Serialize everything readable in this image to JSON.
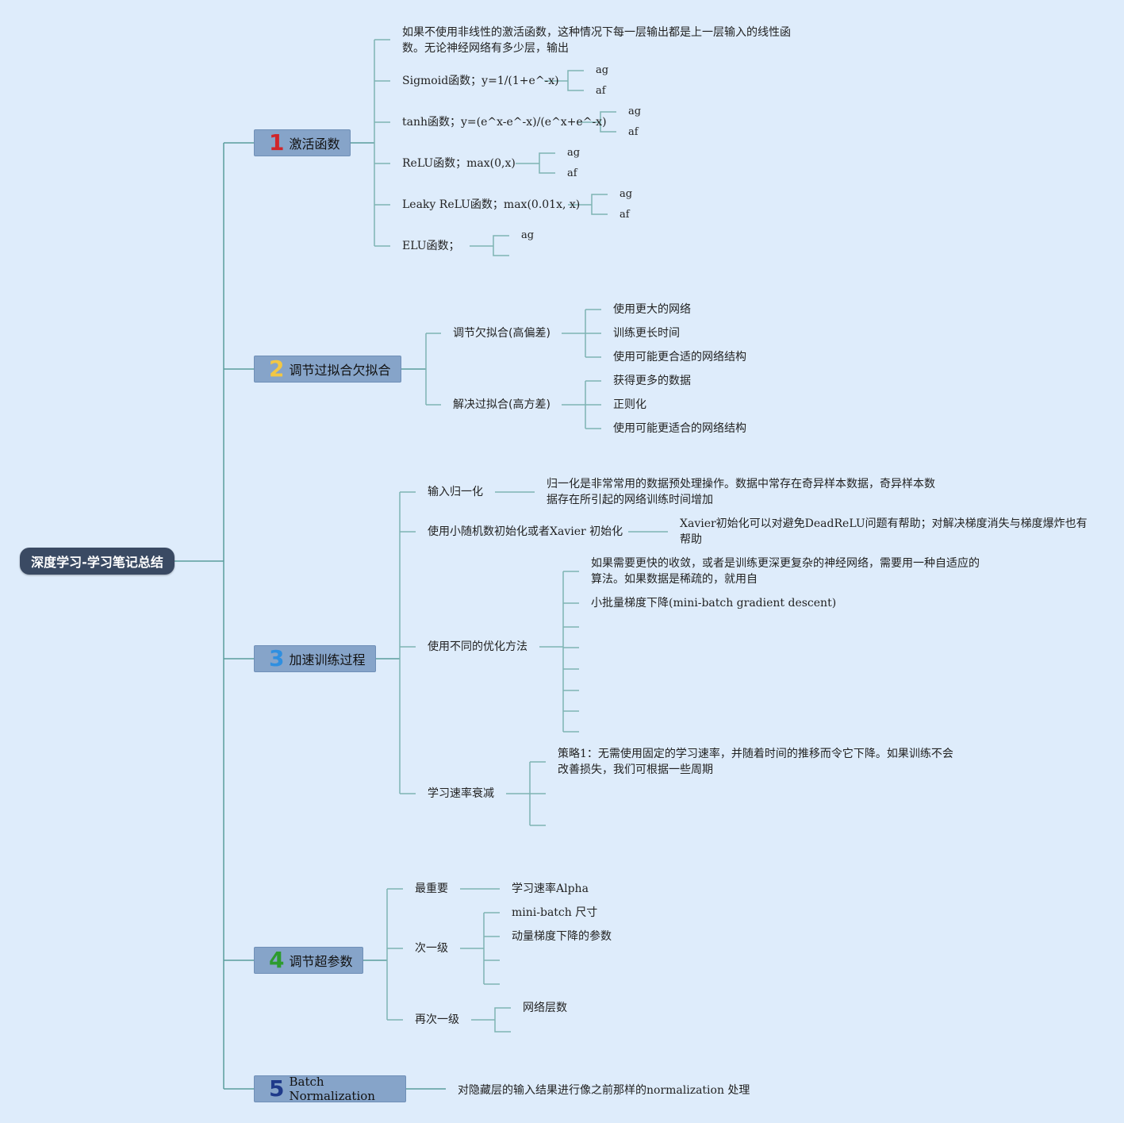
{
  "root": {
    "label": "深度学习-学习笔记总结"
  },
  "colors": {
    "n1": "#d0262b",
    "n2": "#f2c744",
    "n3": "#2f8fe0",
    "n4": "#2d9b2f",
    "n5": "#1f3a8a"
  },
  "topics": [
    {
      "num": "1",
      "label": "激活函数",
      "items": [
        {
          "label": "如果不使用非线性的激活函数，这种情况下每一层输出都是上一层输入的线性函",
          "label2": "数。无论神经网络有多少层，输出"
        },
        {
          "label": "Sigmoid函数；y=1/(1+e^-x)",
          "ag": "ag",
          "af": "af"
        },
        {
          "label": "tanh函数；y=(e^x-e^-x)/(e^x+e^-x)",
          "ag": "ag",
          "af": "af"
        },
        {
          "label": "ReLU函数；max(0,x)",
          "ag": "ag",
          "af": "af"
        },
        {
          "label": "Leaky ReLU函数；max(0.01x, x)",
          "ag": "ag",
          "af": "af"
        },
        {
          "label": "ELU函数；",
          "ag": "ag"
        }
      ]
    },
    {
      "num": "2",
      "label": "调节过拟合欠拟合",
      "items": [
        {
          "label": "调节欠拟合(高偏差)",
          "children": [
            "使用更大的网络",
            "训练更长时间",
            "使用可能更合适的网络结构"
          ]
        },
        {
          "label": "解决过拟合(高方差)",
          "children": [
            "获得更多的数据",
            "正则化",
            "使用可能更适合的网络结构"
          ]
        }
      ]
    },
    {
      "num": "3",
      "label": "加速训练过程",
      "items": [
        {
          "label": "输入归一化",
          "note": "归一化是非常常用的数据预处理操作。数据中常存在奇异样本数据，奇异样本数",
          "note2": "据存在所引起的网络训练时间增加"
        },
        {
          "label": "使用小随机数初始化或者Xavier 初始化",
          "note": "Xavier初始化可以对避免DeadReLU问题有帮助；对解决梯度消失与梯度爆炸也有",
          "note2": "帮助"
        },
        {
          "label": "使用不同的优化方法",
          "note": "如果需要更快的收敛，或者是训练更深更复杂的神经网络，需要用一种自适应的",
          "note2": "算法。如果数据是稀疏的，就用自",
          "note3": "小批量梯度下降(mini-batch gradient descent)"
        },
        {
          "label": "学习速率衰减",
          "note": "策略1：无需使用固定的学习速率，并随着时间的推移而令它下降。如果训练不会",
          "note2": "改善损失，我们可根据一些周期"
        }
      ]
    },
    {
      "num": "4",
      "label": "调节超参数",
      "items": [
        {
          "label": "最重要",
          "children": [
            "学习速率Alpha"
          ]
        },
        {
          "label": "次一级",
          "children": [
            "mini-batch 尺寸",
            "动量梯度下降的参数"
          ]
        },
        {
          "label": "再次一级",
          "children": [
            "网络层数"
          ]
        }
      ]
    },
    {
      "num": "5",
      "label": "Batch Normalization",
      "note": "对隐藏层的输入结果进行像之前那样的normalization 处理"
    }
  ]
}
